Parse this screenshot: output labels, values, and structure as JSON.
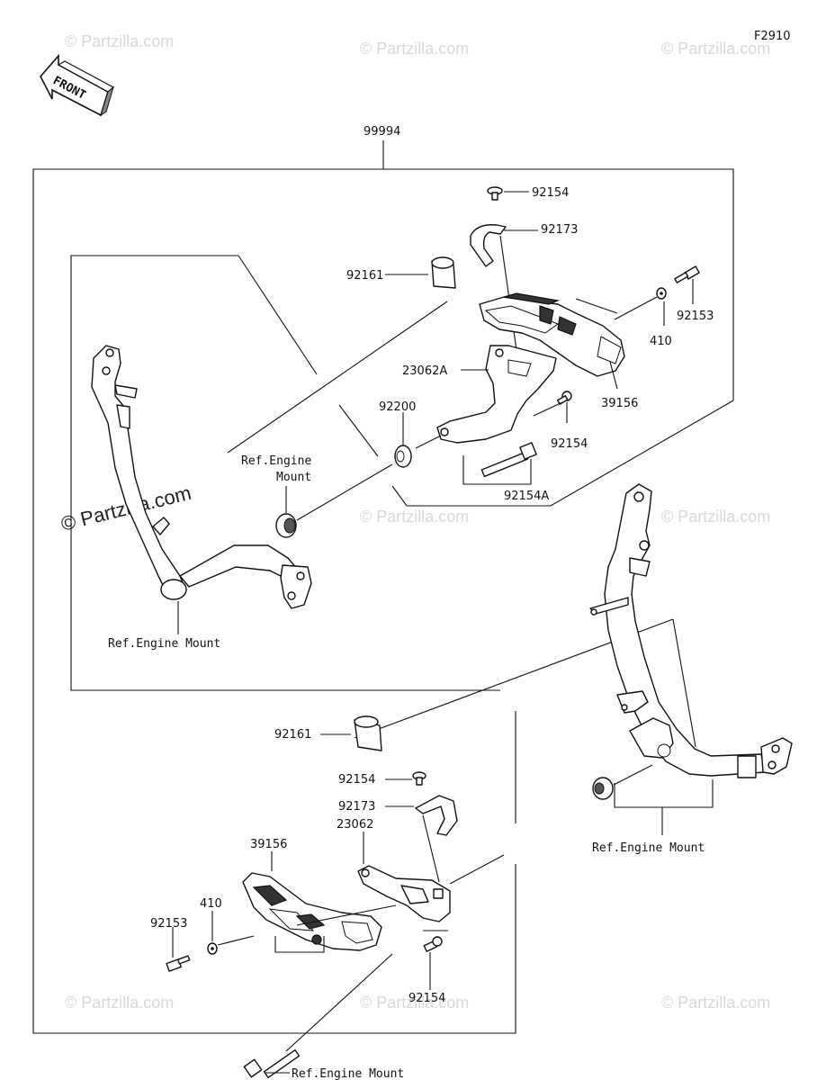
{
  "figure_code": "F2910",
  "front_label": "FRONT",
  "assembly_number": "99994",
  "parts": {
    "p92154_top": "92154",
    "p92173_top": "92173",
    "p92161_top": "92161",
    "p92153_top": "92153",
    "p410_top": "410",
    "p23062A": "23062A",
    "p39156_top": "39156",
    "p92200": "92200",
    "p92154_mid": "92154",
    "p92154A": "92154A",
    "p92161_bot": "92161",
    "p92154_bot1": "92154",
    "p92173_bot": "92173",
    "p39156_bot": "39156",
    "p23062": "23062",
    "p410_bot": "410",
    "p92153_bot": "92153",
    "p92154_bot2": "92154"
  },
  "refs": {
    "engine_mount_left_line1": "Ref.Engine",
    "engine_mount_left_line2": "Mount",
    "engine_mount_lower_left": "Ref.Engine Mount",
    "engine_mount_right": "Ref.Engine Mount",
    "engine_mount_bottom": "Ref.Engine Mount"
  },
  "watermarks": {
    "small": "© Partzilla.com",
    "big": "© Partzilla.com"
  }
}
